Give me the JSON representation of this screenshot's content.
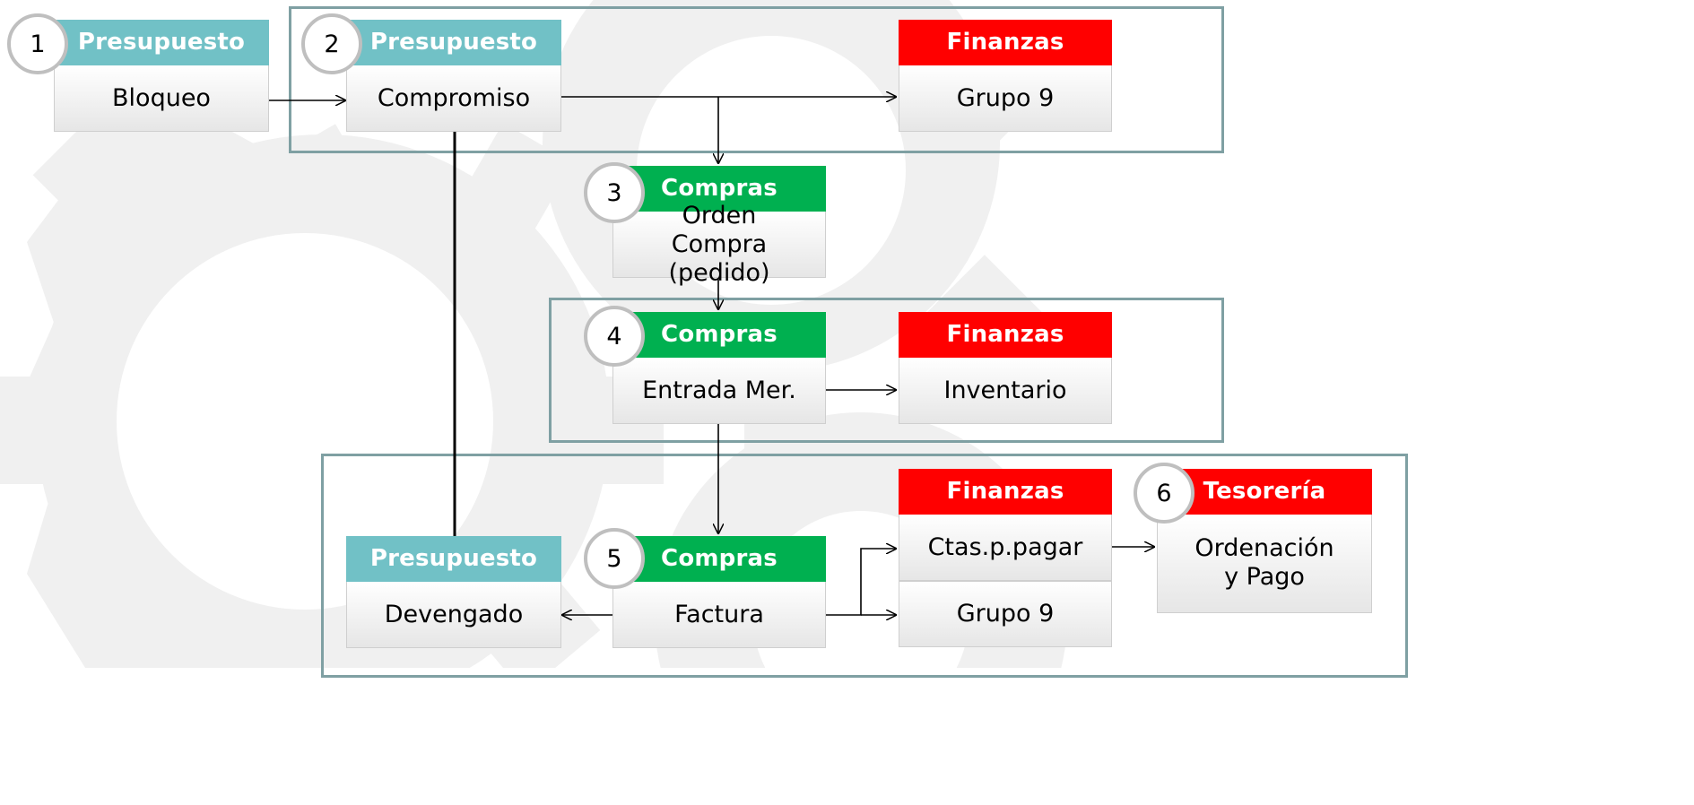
{
  "diagram": {
    "nodes": {
      "bloqueo": {
        "step": "1",
        "category": "Presupuesto",
        "label": "Bloqueo"
      },
      "compromiso": {
        "step": "2",
        "category": "Presupuesto",
        "label": "Compromiso"
      },
      "grupo9_top": {
        "category": "Finanzas",
        "label": "Grupo 9"
      },
      "orden": {
        "step": "3",
        "category": "Compras",
        "label": "Orden Compra (pedido)"
      },
      "entrada": {
        "step": "4",
        "category": "Compras",
        "label": "Entrada Mer."
      },
      "inventario": {
        "category": "Finanzas",
        "label": "Inventario"
      },
      "ctas": {
        "category": "Finanzas",
        "label": "Ctas.p.pagar"
      },
      "tesoreria": {
        "step": "6",
        "category": "Tesorería",
        "label": "Ordenación y Pago"
      },
      "devengado": {
        "category": "Presupuesto",
        "label": "Devengado"
      },
      "factura": {
        "step": "5",
        "category": "Compras",
        "label": "Factura"
      },
      "grupo9_bot": {
        "label": "Grupo 9"
      }
    },
    "colors": {
      "presupuesto": "#71c1c6",
      "finanzas": "#ff0000",
      "compras": "#00b050",
      "frame": "#7fa0a3",
      "gear": "#f0f0f0"
    },
    "edges": [
      {
        "from": "bloqueo",
        "to": "compromiso"
      },
      {
        "from": "compromiso",
        "to": "grupo9_top"
      },
      {
        "from": "compromiso",
        "to": "orden"
      },
      {
        "from": "orden",
        "to": "entrada"
      },
      {
        "from": "entrada",
        "to": "inventario"
      },
      {
        "from": "entrada",
        "to": "factura"
      },
      {
        "from": "factura",
        "to": "devengado"
      },
      {
        "from": "factura",
        "to": "ctas"
      },
      {
        "from": "factura",
        "to": "grupo9_bot"
      },
      {
        "from": "ctas",
        "to": "tesoreria"
      },
      {
        "from": "devengado",
        "to": "compromiso",
        "arrow": false
      }
    ]
  }
}
